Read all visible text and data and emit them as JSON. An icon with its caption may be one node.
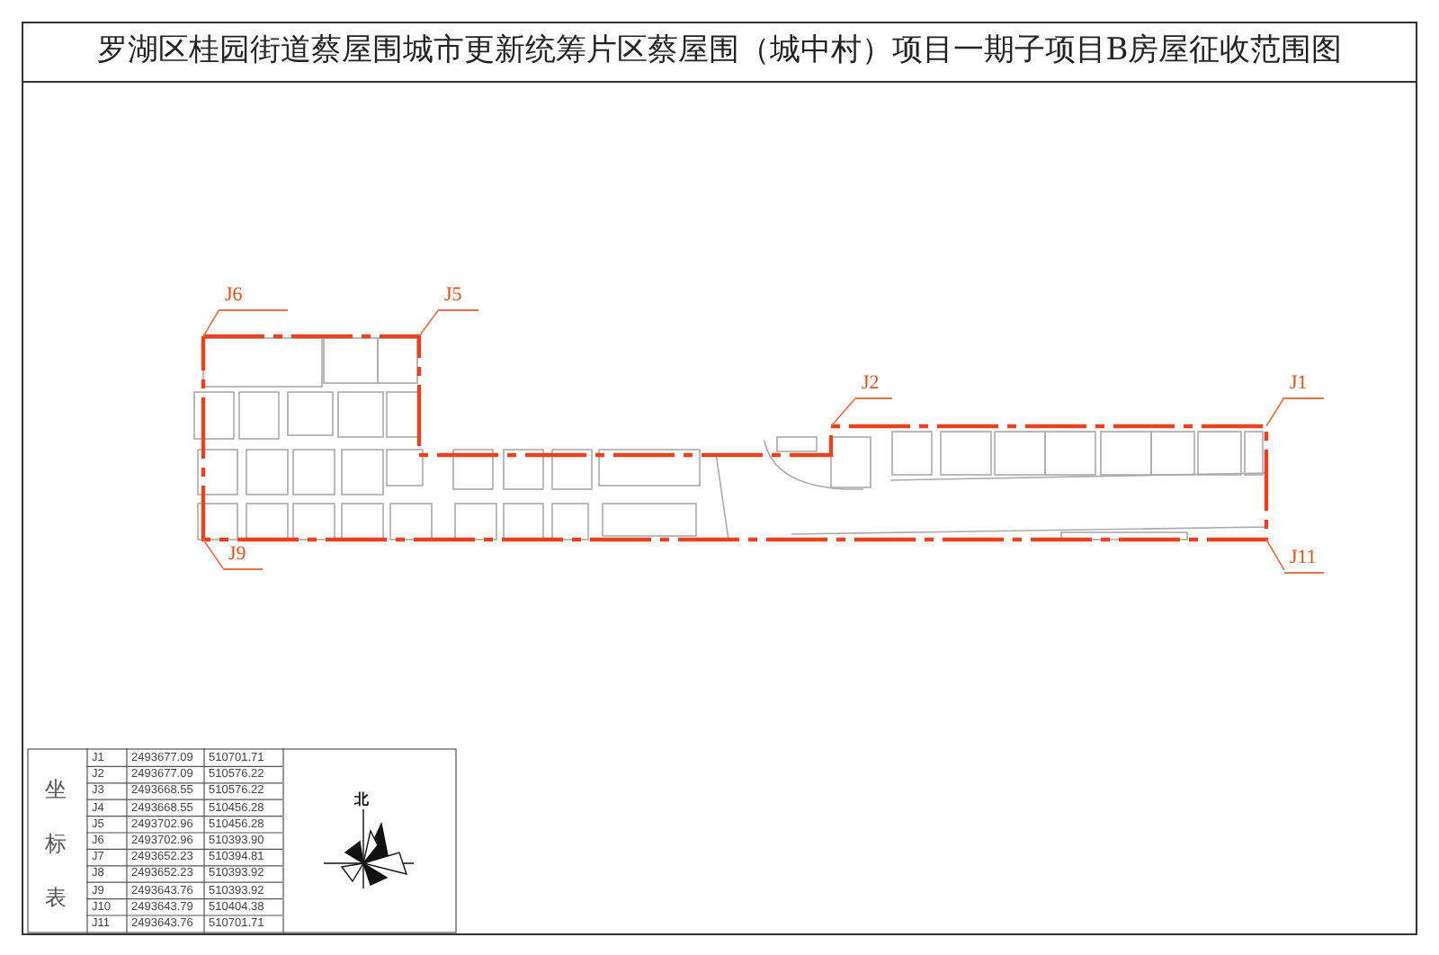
{
  "diagram": {
    "title": "罗湖区桂园街道蔡屋围城市更新统筹片区蔡屋围（城中村）项目一期子项目B房屋征收范围图",
    "nodes": [
      {
        "text": [
          "J6"
        ]
      },
      {
        "text": [
          "J5"
        ]
      },
      {
        "text": [
          "J2"
        ]
      },
      {
        "text": [
          "J1"
        ]
      },
      {
        "text": [
          "J11"
        ]
      },
      {
        "text": [
          "J9"
        ]
      }
    ],
    "edges": [
      {
        "from": 0,
        "to": null,
        "arrow": "none"
      },
      {
        "from": 1,
        "to": null,
        "arrow": "none"
      },
      {
        "from": 2,
        "to": null,
        "arrow": "none"
      },
      {
        "from": 3,
        "to": null,
        "arrow": "none"
      },
      {
        "from": 4,
        "to": null,
        "arrow": "none"
      },
      {
        "from": 5,
        "to": null,
        "arrow": "none"
      }
    ],
    "labels": [
      "坐",
      "标",
      "表",
      "J1",
      "2493677.09",
      "510701.71",
      "J2",
      "2493677.09",
      "510576.22",
      "J3",
      "2493668.55",
      "510576.22",
      "J4",
      "2493668.55",
      "510456.28",
      "J5",
      "2493702.96",
      "510456.28",
      "J6",
      "2493702.96",
      "510393.90",
      "J7",
      "2493652.23",
      "510394.81",
      "J8",
      "2493652.23",
      "510393.92",
      "J9",
      "2493643.76",
      "510393.92",
      "J10",
      "2493643.79",
      "510404.38",
      "J11",
      "2493643.76",
      "510701.71",
      "北"
    ]
  }
}
